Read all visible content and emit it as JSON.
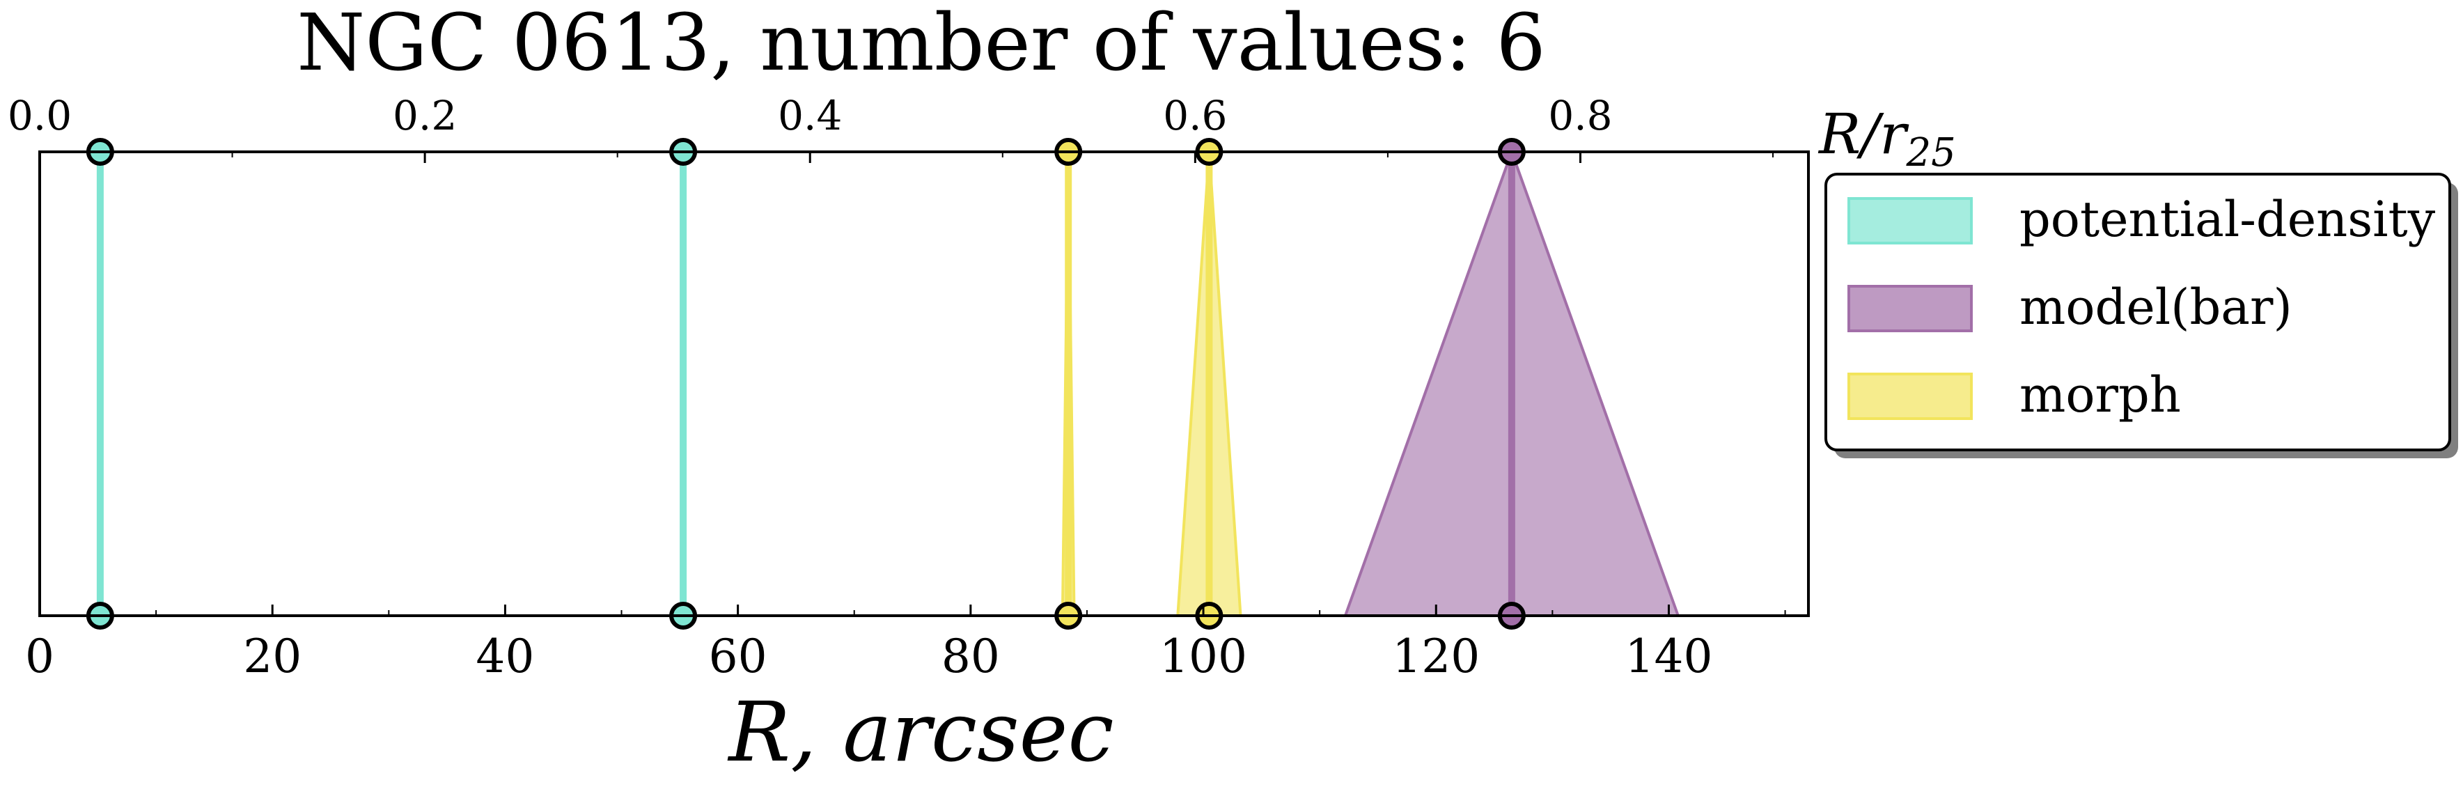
{
  "chart_data": {
    "type": "scatter",
    "title": "NGC 0613, number of values: 6",
    "xlabel": "R, arcsec",
    "xlim": [
      0,
      152
    ],
    "x_ticks": [
      0,
      20,
      40,
      60,
      80,
      100,
      120,
      140
    ],
    "top_axis": {
      "label": "R/r25",
      "label_main": "R/r",
      "label_sub": "25",
      "ticks": [
        0.0,
        0.2,
        0.4,
        0.6,
        0.8
      ],
      "tick_labels": [
        "0.0",
        "0.2",
        "0.4",
        "0.6",
        "0.8"
      ],
      "arcsec_per_unit": 165.5
    },
    "legend": {
      "placement": "outside-right-top",
      "entries": [
        {
          "name": "potential-density",
          "color": "#7fe5d2"
        },
        {
          "name": "model(bar)",
          "color": "#a26fa8"
        },
        {
          "name": "morph",
          "color": "#f2e45c"
        }
      ]
    },
    "series": [
      {
        "name": "potential-density",
        "color": "#7fe5d2",
        "values": [
          {
            "x": 5.2,
            "err": 0
          },
          {
            "x": 55.3,
            "err": 0
          }
        ]
      },
      {
        "name": "model(bar)",
        "color": "#a26fa8",
        "values": [
          {
            "x": 126.5,
            "err": 14.3
          }
        ]
      },
      {
        "name": "morph",
        "color": "#f2e45c",
        "values": [
          {
            "x": 88.4,
            "err": 0.5
          },
          {
            "x": 100.5,
            "err": 2.7
          }
        ]
      }
    ]
  }
}
